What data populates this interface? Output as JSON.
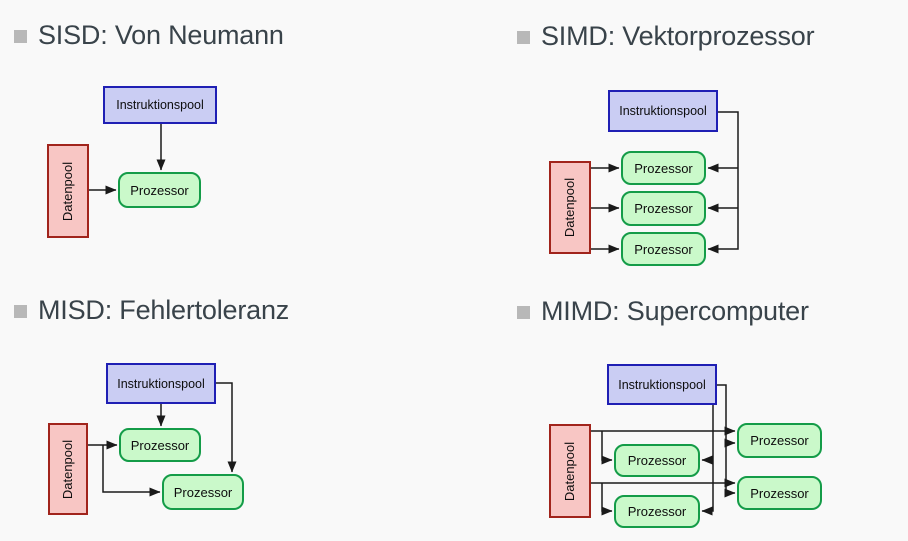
{
  "colors": {
    "background": "#f9f9f9",
    "heading": "#39434a",
    "bullet": "#b8b8b8",
    "instruction_fill": "#cacdf3",
    "instruction_border": "#1f1fb4",
    "data_fill": "#f8c6c4",
    "data_border": "#a1241c",
    "processor_fill": "#caf9ca",
    "processor_border": "#149c48",
    "arrow": "#1a1a1a",
    "label": "#0d0d0d"
  },
  "labels": {
    "instruction_pool": "Instruktionspool",
    "data_pool": "Datenpool",
    "processor": "Prozessor"
  },
  "sections": [
    {
      "id": "sisd",
      "title": "SISD: Von Neumann",
      "processor_count": 1
    },
    {
      "id": "simd",
      "title": "SIMD: Vektorprozessor",
      "processor_count": 3
    },
    {
      "id": "misd",
      "title": "MISD: Fehlertoleranz",
      "processor_count": 2
    },
    {
      "id": "mimd",
      "title": "MIMD: Supercomputer",
      "processor_count": 4
    }
  ]
}
